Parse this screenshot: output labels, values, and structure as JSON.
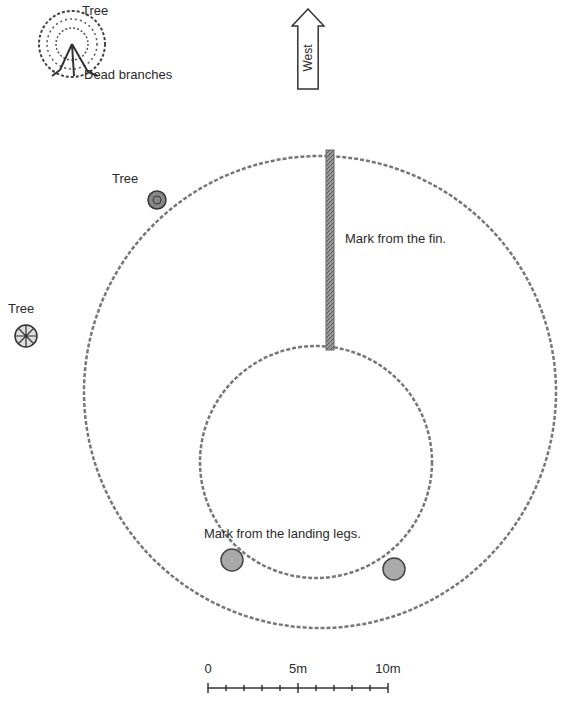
{
  "diagram": {
    "nodes": [
      {
        "text": [
          "West"
        ]
      }
    ],
    "labels": [
      "Tree",
      "Dead branches",
      "Tree",
      "Tree",
      "Mark from the fin.",
      "Mark from the landing legs.",
      "0",
      "5m",
      "10m"
    ]
  }
}
